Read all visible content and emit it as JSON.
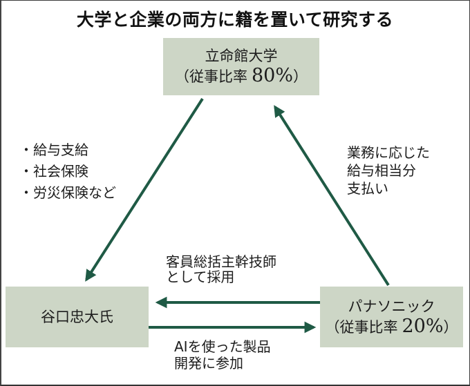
{
  "title": "大学と企業の両方に籍を置いて研究する",
  "colors": {
    "box_fill": "#cdd6c6",
    "arrow": "#1f5a45",
    "text": "#1c1c1c"
  },
  "nodes": {
    "university": {
      "name": "立命館大学",
      "ratio_prefix": "（従事比率",
      "ratio_value": "80%",
      "ratio_suffix": "）"
    },
    "person": {
      "name": "谷口忠大氏"
    },
    "company": {
      "name": "パナソニック",
      "ratio_prefix": "（従事比率",
      "ratio_value": "20%",
      "ratio_suffix": "）"
    }
  },
  "edges": [
    {
      "from": "university",
      "to": "person",
      "label_lines": [
        "・給与支給",
        "・社会保険",
        "・労災保険など"
      ]
    },
    {
      "from": "company",
      "to": "university",
      "label_lines": [
        "業務に応じた",
        "給与相当分",
        "支払い"
      ]
    },
    {
      "from": "company",
      "to": "person",
      "label_lines": [
        "客員総括主幹技師",
        "として採用"
      ]
    },
    {
      "from": "person",
      "to": "company",
      "label_lines": [
        "AIを使った製品",
        "開発に参加"
      ]
    }
  ]
}
